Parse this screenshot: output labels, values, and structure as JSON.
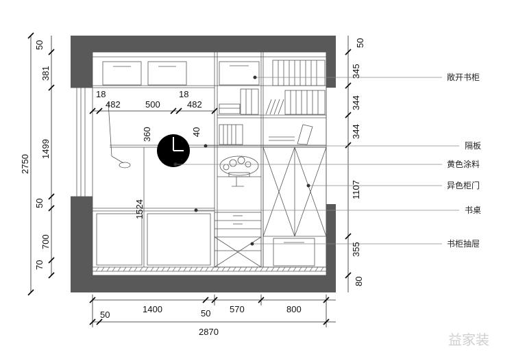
{
  "dimensions": {
    "left_stack": [
      "50",
      "381",
      "1499",
      "50",
      "700",
      "70"
    ],
    "left_total": "2750",
    "right_stack": [
      "50",
      "345",
      "344",
      "344",
      "1107",
      "355",
      "80"
    ],
    "bottom_row": [
      "50",
      "1400",
      "50",
      "570",
      "800"
    ],
    "bottom_total": "2870",
    "top_widths": [
      "18",
      "482",
      "500",
      "18",
      "482"
    ],
    "inner": [
      "360",
      "40",
      "1524"
    ]
  },
  "callouts": [
    "敞开书柜",
    "隔板",
    "黄色涂料",
    "异色柜门",
    "书桌",
    "书柜抽屉"
  ],
  "watermark": "益家装",
  "colors": {
    "wall": "#595959",
    "line": "#555555",
    "accent": "#000000"
  }
}
